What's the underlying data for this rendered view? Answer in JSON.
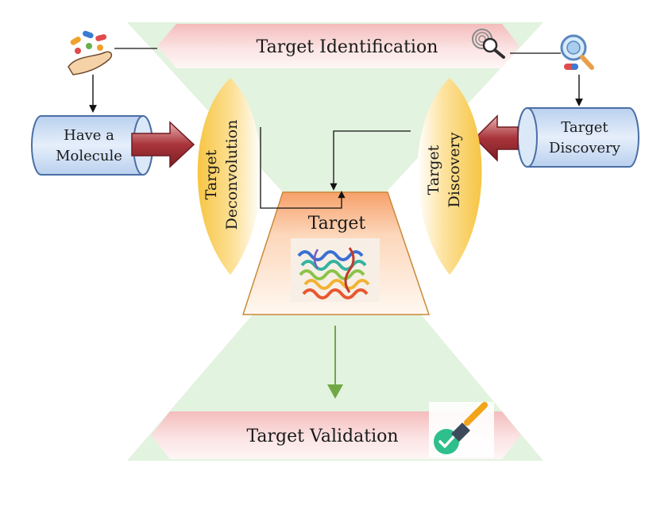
{
  "banners": {
    "top": "Target Identification",
    "bottom": "Target Validation"
  },
  "cylinders": {
    "left": [
      "Have a",
      "Molecule"
    ],
    "right": [
      "Target",
      "Discovery"
    ]
  },
  "lenses": {
    "left": [
      "Target",
      "Deconvolution"
    ],
    "right": [
      "Target",
      "Discovery"
    ]
  },
  "center": {
    "label": "Target"
  },
  "icons": {
    "pills_hand": "pills-in-hand-icon",
    "fingerprint_search": "fingerprint-search-icon",
    "magnifier_pills": "magnifier-pills-icon",
    "protein": "protein-structure-icon",
    "validation": "validation-brush-check-icon"
  },
  "colors": {
    "hourglass": "#dff3dc",
    "banner": "#f6c9c9",
    "cylinder_fill": "#cfe0f5",
    "cylinder_stroke": "#4a6fa5",
    "lens": "#fbd36b",
    "trapezoid": "#f9b98c",
    "block_arrow": "#a8343a",
    "green_arrow": "#70a845"
  }
}
